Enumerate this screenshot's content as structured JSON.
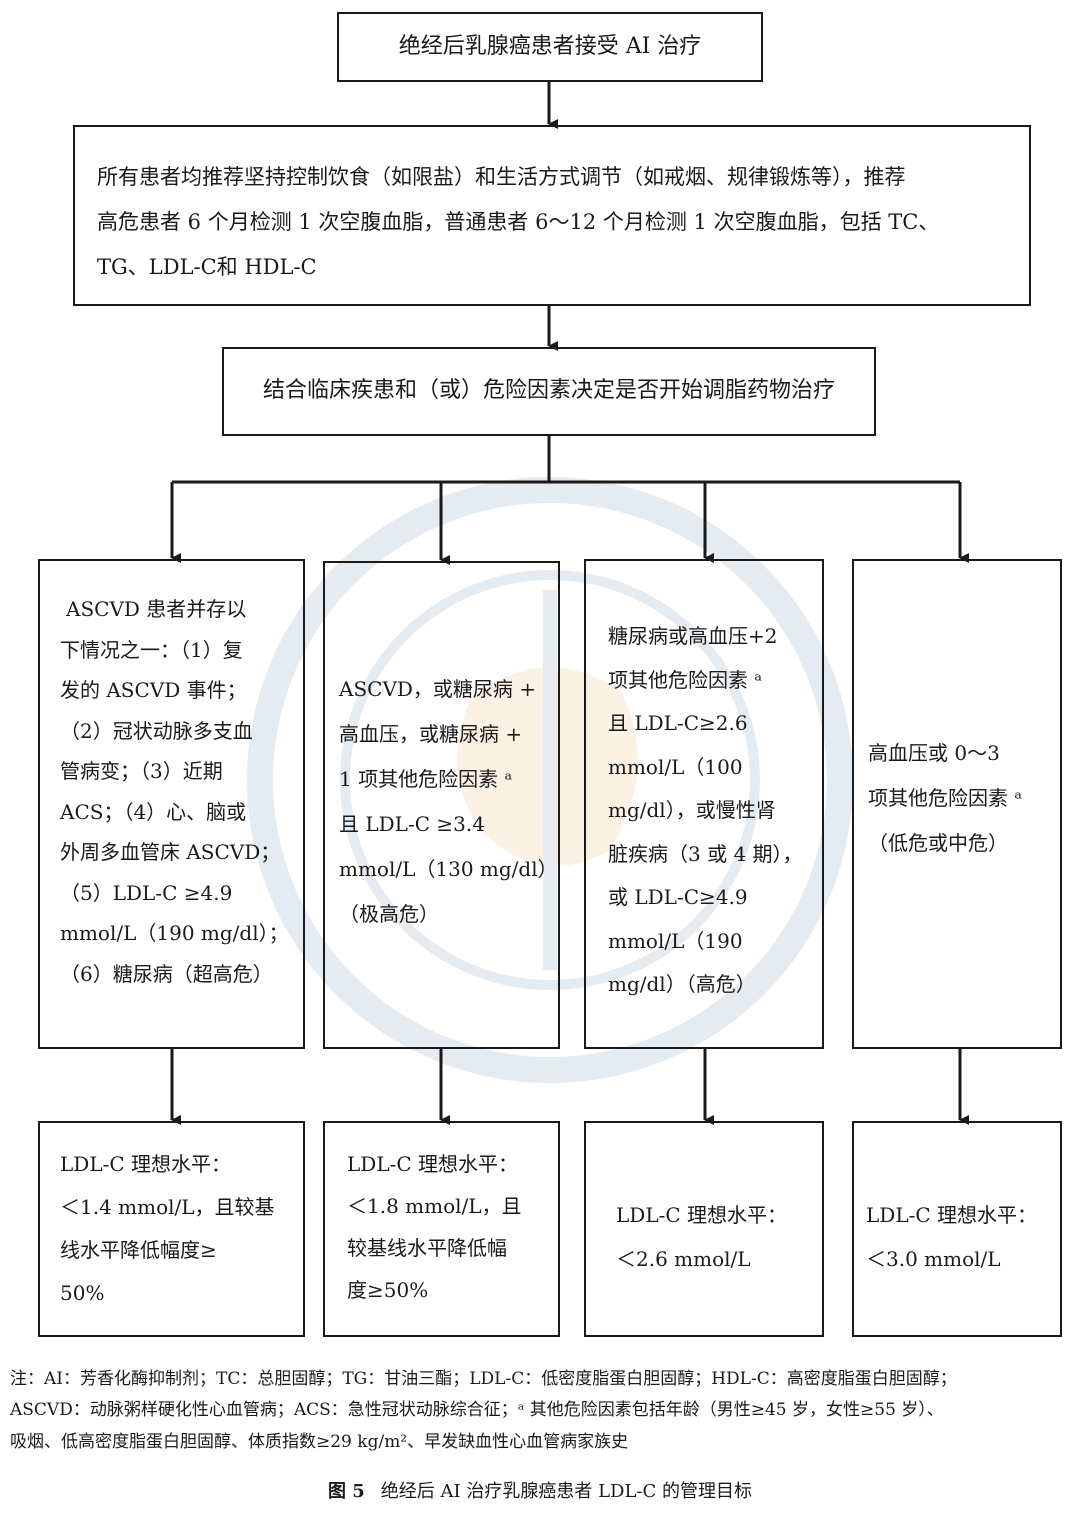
{
  "top": {
    "label": "绝经后乳腺癌患者接受 AI 治疗"
  },
  "recommend": {
    "lines": [
      "所有患者均推荐坚持控制饮食（如限盐）和生活方式调节（如戒烟、规律锻炼等），推荐",
      "高危患者 6 个月检测 1 次空腹血脂，普通患者 6～12 个月检测 1 次空腹血脂，包括 TC、",
      "TG、LDL-C和 HDL-C"
    ]
  },
  "decision": {
    "label": "结合临床疾患和（或）危险因素决定是否开始调脂药物治疗"
  },
  "risk_boxes": [
    {
      "lines": [
        "ASCVD 患者并存以",
        "下情况之一：（1）复",
        "发的 ASCVD 事件；",
        "（2）冠状动脉多支血",
        "管病变；（3）近期",
        "ACS；（4）心、脑或",
        "外周多血管床 ASCVD；",
        "（5）LDL-C ≥4.9",
        "mmol/L（190 mg/dl）；",
        "（6）糖尿病（超高危）"
      ]
    },
    {
      "lines": [
        "ASCVD，或糖尿病 +",
        "高血压，或糖尿病 +",
        "1 项其他危险因素 ᵃ",
        "且 LDL-C ≥3.4",
        "mmol/L（130 mg/dl）",
        "（极高危）"
      ]
    },
    {
      "lines": [
        "糖尿病或高血压+2",
        "项其他危险因素 ᵃ",
        "且 LDL-C≥2.6",
        "mmol/L（100",
        "mg/dl），或慢性肾",
        "脏疾病（3 或 4 期），",
        "或 LDL-C≥4.9",
        "mmol/L（190",
        "mg/dl）（高危）"
      ]
    },
    {
      "lines": [
        "高血压或 0～3",
        "项其他危险因素 ᵃ",
        "（低危或中危）"
      ]
    }
  ],
  "target_boxes": [
    {
      "lines": [
        "LDL-C 理想水平：",
        "＜1.4 mmol/L，且较基",
        "线水平降低幅度≥",
        "50%"
      ]
    },
    {
      "lines": [
        "LDL-C 理想水平：",
        "＜1.8 mmol/L，且",
        "较基线水平降低幅",
        "度≥50%"
      ]
    },
    {
      "lines": [
        "LDL-C 理想水平：",
        "＜2.6 mmol/L"
      ]
    },
    {
      "lines": [
        "LDL-C 理想水平：",
        "＜3.0 mmol/L"
      ]
    }
  ],
  "notes": [
    "注：AI：芳香化酶抑制剂；TC：总胆固醇；TG：甘油三酯；LDL-C：低密度脂蛋白胆固醇；HDL-C：高密度脂蛋白胆固醇；",
    "ASCVD：动脉粥样硬化性心血管病；ACS：急性冠状动脉综合征；ᵃ 其他危险因素包括年龄（男性≥45 岁，女性≥55 岁）、",
    "吸烟、低高密度脂蛋白胆固醇、体质指数≥29 kg/m²、早发缺血性心血管病家族史"
  ],
  "caption": {
    "figure": "图 5",
    "title": "绝经后 AI 治疗乳腺癌患者 LDL-C 的管理目标"
  },
  "colors": {
    "line": "#1a1a1a",
    "watermark_blue": "#3a6f96",
    "watermark_orange": "#e8a23a"
  }
}
